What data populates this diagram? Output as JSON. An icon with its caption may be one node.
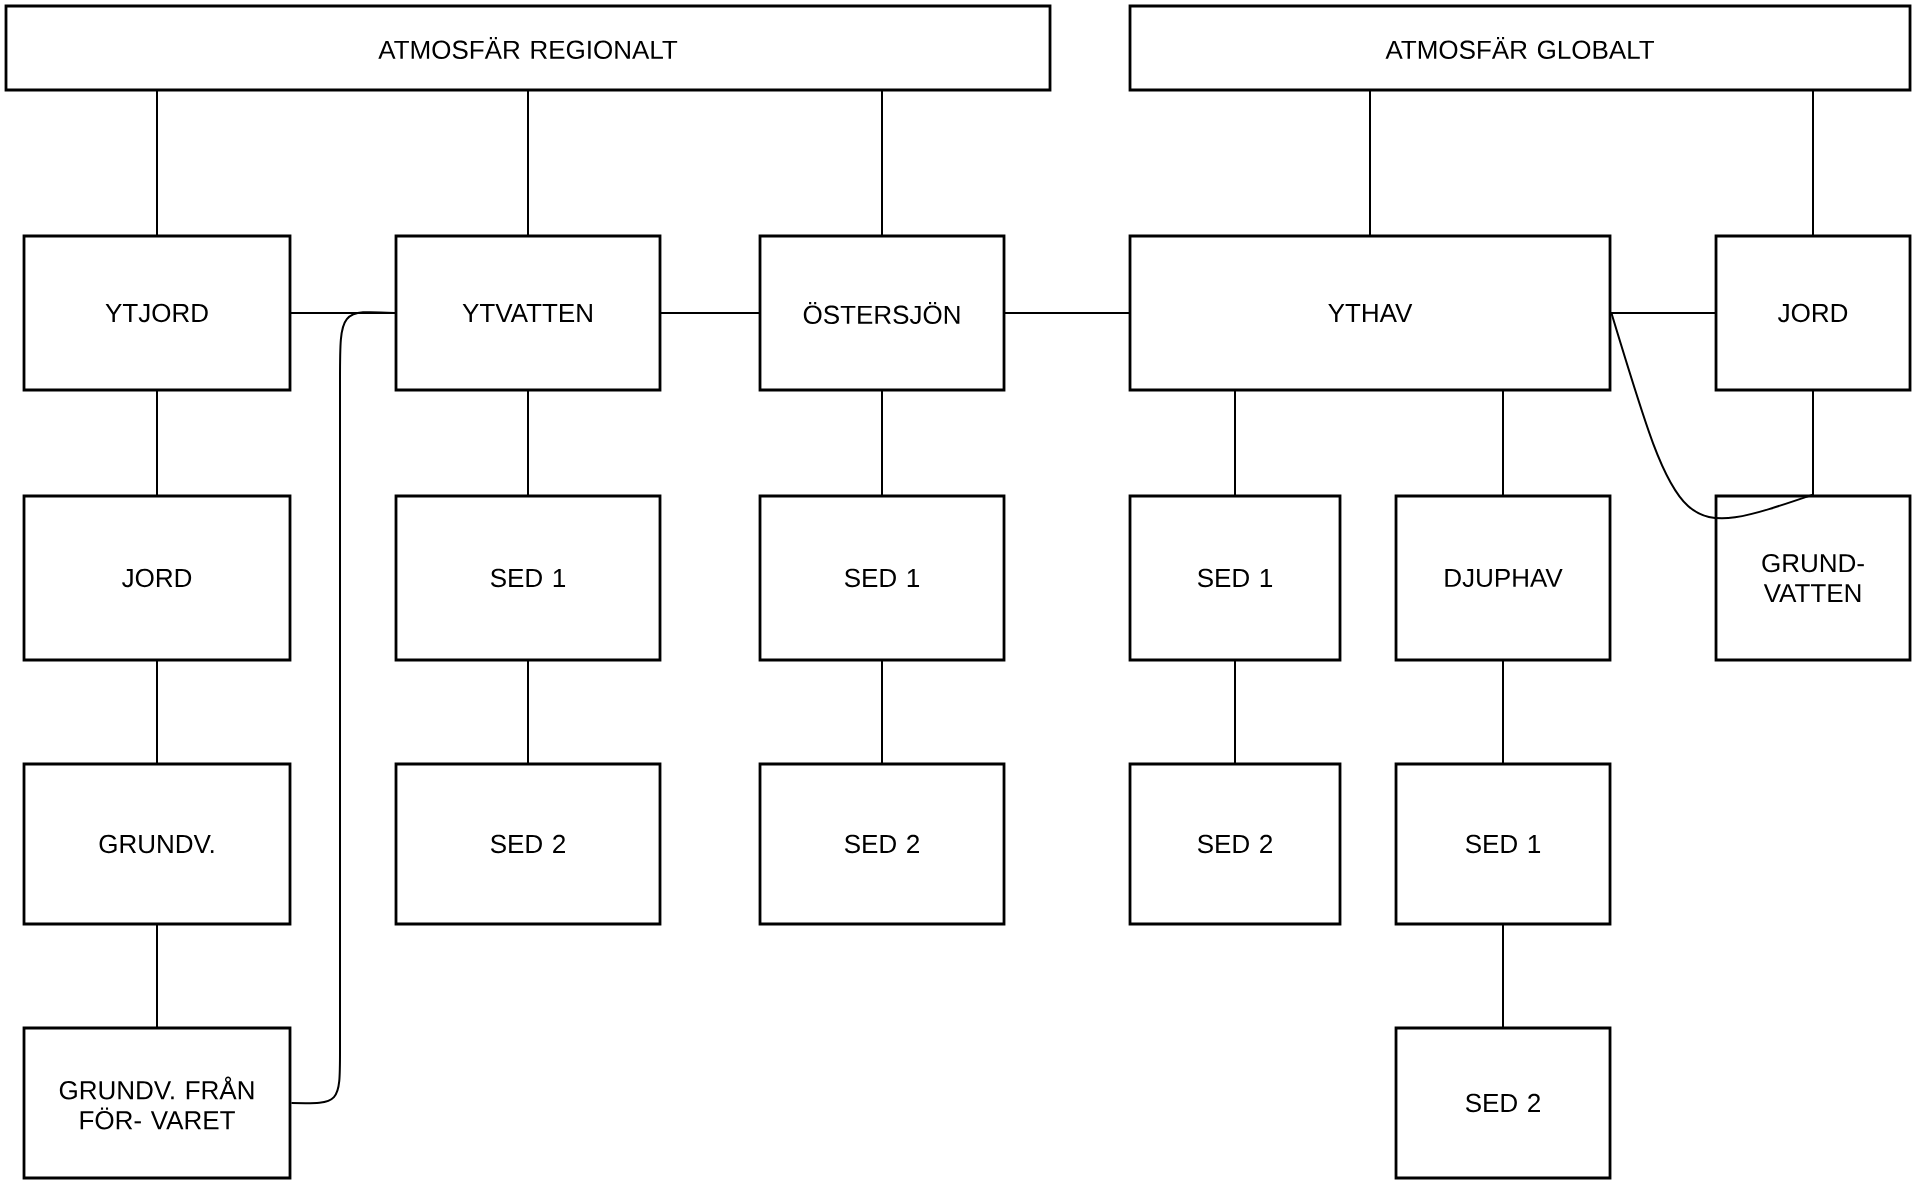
{
  "diagram": {
    "nodes": [
      {
        "text": [
          "ATMOSFÄR REGIONALT"
        ]
      },
      {
        "text": [
          "ATMOSFÄR GLOBALT"
        ]
      },
      {
        "text": [
          "YTJORD"
        ]
      },
      {
        "text": [
          "YTVATTEN"
        ]
      },
      {
        "text": [
          "ÖSTERSJÖN"
        ]
      },
      {
        "text": [
          "YTHAV"
        ]
      },
      {
        "text": [
          "JORD"
        ]
      },
      {
        "text": [
          "JORD"
        ]
      },
      {
        "text": [
          "SED 1"
        ]
      },
      {
        "text": [
          "SED 1"
        ]
      },
      {
        "text": [
          "SED 1"
        ]
      },
      {
        "text": [
          "DJUPHAV"
        ]
      },
      {
        "text": [
          "GRUND- VATTEN"
        ]
      },
      {
        "text": [
          "GRUNDV."
        ]
      },
      {
        "text": [
          "SED 2"
        ]
      },
      {
        "text": [
          "SED 2"
        ]
      },
      {
        "text": [
          "SED 2"
        ]
      },
      {
        "text": [
          "SED 1"
        ]
      },
      {
        "text": [
          "GRUNDV. FRÅN FÖR- VARET"
        ]
      },
      {
        "text": [
          "SED 2"
        ]
      }
    ],
    "edges": [
      {
        "from": 0,
        "to": 2,
        "arrow": "none"
      },
      {
        "from": 0,
        "to": 3,
        "arrow": "none"
      },
      {
        "from": 0,
        "to": 4,
        "arrow": "none"
      },
      {
        "from": 1,
        "to": 5,
        "arrow": "none"
      },
      {
        "from": 1,
        "to": 6,
        "arrow": "none"
      },
      {
        "from": 2,
        "to": 3,
        "arrow": "none"
      },
      {
        "from": 3,
        "to": 4,
        "arrow": "none"
      },
      {
        "from": 4,
        "to": 5,
        "arrow": "none"
      },
      {
        "from": 5,
        "to": 6,
        "arrow": "none"
      },
      {
        "from": 2,
        "to": 7,
        "arrow": "none"
      },
      {
        "from": 7,
        "to": 13,
        "arrow": "none"
      },
      {
        "from": 13,
        "to": 18,
        "arrow": "none"
      },
      {
        "from": 3,
        "to": 8,
        "arrow": "none"
      },
      {
        "from": 8,
        "to": 14,
        "arrow": "none"
      },
      {
        "from": 4,
        "to": 9,
        "arrow": "none"
      },
      {
        "from": 9,
        "to": 15,
        "arrow": "none"
      },
      {
        "from": 5,
        "to": 10,
        "arrow": "none"
      },
      {
        "from": 5,
        "to": 11,
        "arrow": "none"
      },
      {
        "from": 6,
        "to": 12,
        "arrow": "none"
      },
      {
        "from": 10,
        "to": 16,
        "arrow": "none"
      },
      {
        "from": 11,
        "to": 17,
        "arrow": "none"
      },
      {
        "from": 17,
        "to": 19,
        "arrow": "none"
      },
      {
        "from": 18,
        "to": 3,
        "arrow": "none"
      },
      {
        "from": 5,
        "to": 12,
        "arrow": "none"
      }
    ]
  }
}
